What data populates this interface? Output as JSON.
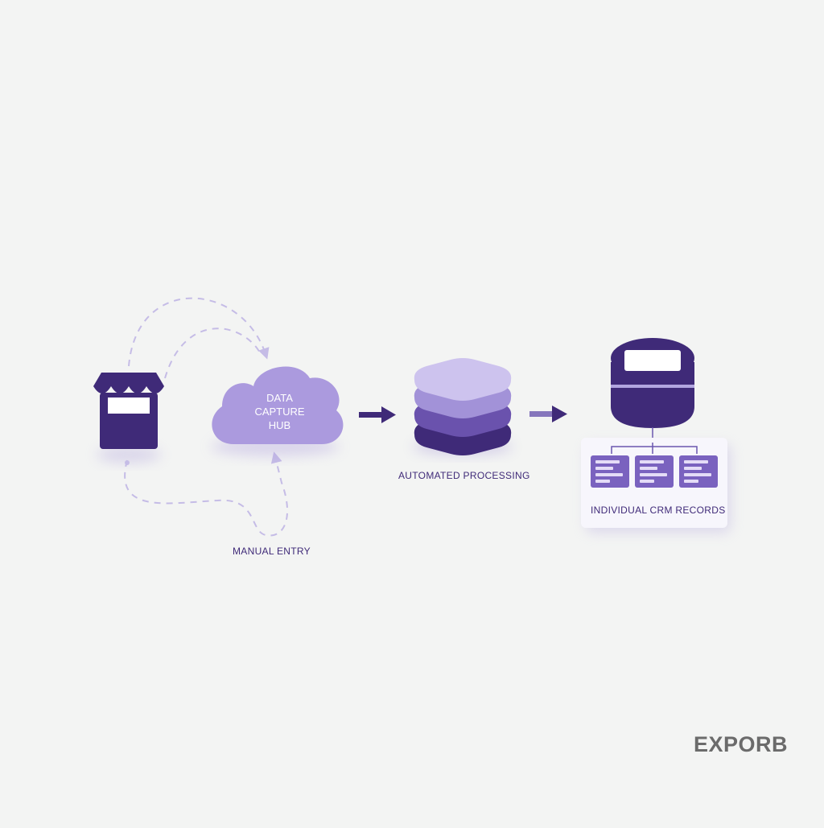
{
  "diagram": {
    "hub": {
      "lines": [
        "DATA",
        "CAPTURE",
        "HUB"
      ]
    },
    "manual_entry_label": "MANUAL ENTRY",
    "processing_label": "AUTOMATED PROCESSING",
    "records_label": "INDIVIDUAL CRM RECORDS"
  },
  "brand": {
    "logo_text": "EXPORB"
  },
  "icons": [
    "storefront-icon",
    "cloud-icon",
    "layers-icon",
    "database-icon",
    "record-card-icon",
    "arrow-right-icon"
  ],
  "colors": {
    "background": "#f3f4f3",
    "dark_purple": "#3f2a78",
    "mid_purple": "#7a62bf",
    "light_purple": "#ad9ede",
    "pale_purple": "#cdc3ee",
    "dashed_line": "#c5bce6",
    "label_text": "#3f2a78",
    "logo_text": "#6b6b6b"
  }
}
